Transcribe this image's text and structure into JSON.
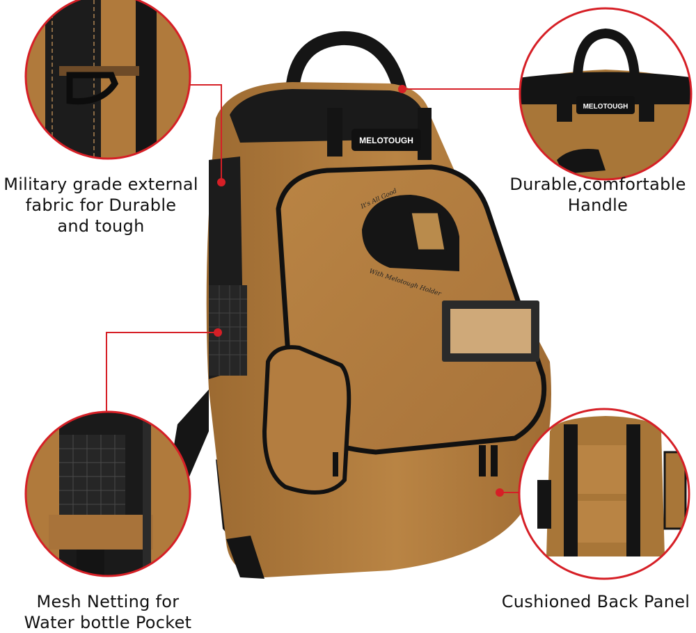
{
  "brand": {
    "logo_text": "MELOTOUGH",
    "helmet_slogan_top": "It's All Good",
    "helmet_slogan_bottom": "With Melotough Holder"
  },
  "callouts": [
    {
      "id": "fabric",
      "lines": [
        "Military grade external",
        "fabric for Durable",
        "and tough"
      ]
    },
    {
      "id": "handle",
      "lines": [
        "Durable,comfortable",
        "Handle"
      ]
    },
    {
      "id": "mesh",
      "lines": [
        "Mesh Netting for",
        "Water bottle Pocket"
      ]
    },
    {
      "id": "back",
      "lines": [
        "Cushioned Back Panel"
      ]
    }
  ],
  "colors": {
    "bag": "#b07a3c",
    "bag_dark": "#8a5a28",
    "trim": "#141414",
    "callout_line": "#d61f26",
    "circle_border": "#d61f26"
  }
}
